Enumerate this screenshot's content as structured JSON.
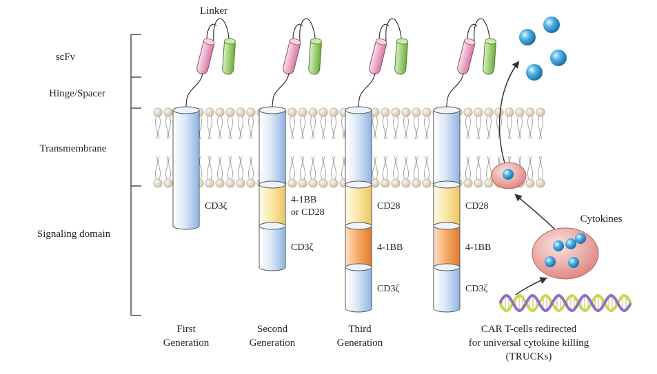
{
  "labels": {
    "linker": "Linker",
    "regions": {
      "scfv": "scFv",
      "hinge": "Hinge/Spacer",
      "transmembrane": "Transmembrane",
      "signaling": "Signaling domain"
    },
    "cytokines": "Cytokines"
  },
  "generations": [
    {
      "id": "first",
      "title_lines": [
        "First",
        "Generation"
      ],
      "domains": [
        "CD3ζ"
      ]
    },
    {
      "id": "second",
      "title_lines": [
        "Second",
        "Generation"
      ],
      "domains": [
        "4-1BB\nor CD28",
        "CD3ζ"
      ]
    },
    {
      "id": "third",
      "title_lines": [
        "Third",
        "Generation"
      ],
      "domains": [
        "CD28",
        "4-1BB",
        "CD3ζ"
      ]
    },
    {
      "id": "trucks",
      "title_lines": [
        "CAR T-cells redirected",
        "for universal cytokine killing",
        "(TRUCKs)"
      ],
      "domains": [
        "CD28",
        "4-1BB",
        "CD3ζ"
      ]
    }
  ],
  "colors": {
    "heavy_chain": "#e8a0bf",
    "light_chain": "#8fce5a",
    "cd3z": "#a8c8ec",
    "cd28": "#f7d98a",
    "costim_41bb": "#ef9a4e",
    "membrane_head": "#e6dccb",
    "cytokine": "#2e9bd6",
    "vesicle": "#e58a86",
    "dna_a": "#c5d84f",
    "dna_b": "#8a6fc8"
  }
}
